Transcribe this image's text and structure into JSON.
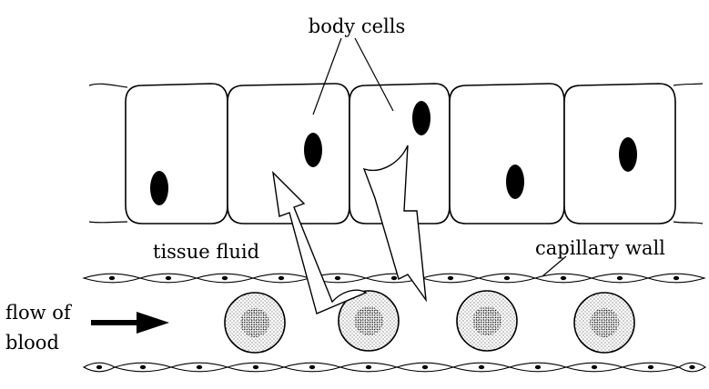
{
  "labels": {
    "body_cells": "body cells",
    "tissue_fluid": "tissue fluid",
    "capillary_wall": "capillary wall",
    "flow_line1": "flow of",
    "flow_line2": "blood"
  },
  "colors": {
    "ink": "#000000",
    "background": "#ffffff"
  }
}
